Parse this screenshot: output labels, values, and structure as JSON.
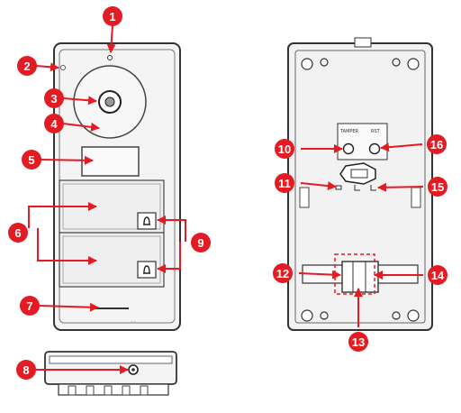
{
  "colors": {
    "callout": "#e31b23",
    "line": "#333333",
    "panel": "#eeeeee",
    "body": "#f2f2f2"
  },
  "views": [
    {
      "name": "front-view"
    },
    {
      "name": "bottom-view"
    },
    {
      "name": "rear-view"
    }
  ],
  "rear_labels": {
    "tamper": "TAMPER",
    "rst": "RST"
  },
  "callouts": [
    "1",
    "2",
    "3",
    "4",
    "5",
    "6",
    "7",
    "8",
    "9",
    "10",
    "11",
    "12",
    "13",
    "14",
    "15",
    "16"
  ]
}
